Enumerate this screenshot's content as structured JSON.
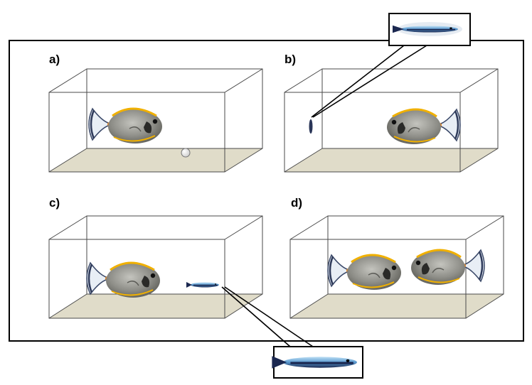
{
  "panels": [
    {
      "id": "a",
      "label": "a)"
    },
    {
      "id": "b",
      "label": "b)"
    },
    {
      "id": "c",
      "label": "c)"
    },
    {
      "id": "d",
      "label": "d)"
    }
  ],
  "colors": {
    "frame": "#000000",
    "tank_edge": "#4a4a4a",
    "tank_floor": "#e0dcc9",
    "fish_body": "#8e8e88",
    "fish_stripe": "#f0b000",
    "fish_tail": "#4a5a7a",
    "cleaner_blue": "#5a9ad0",
    "cleaner_dark": "#1b2850"
  },
  "icons": {
    "large_fish": "surgeonfish-icon",
    "cleaner": "cleaner-wrasse-icon",
    "object": "ball-icon"
  }
}
